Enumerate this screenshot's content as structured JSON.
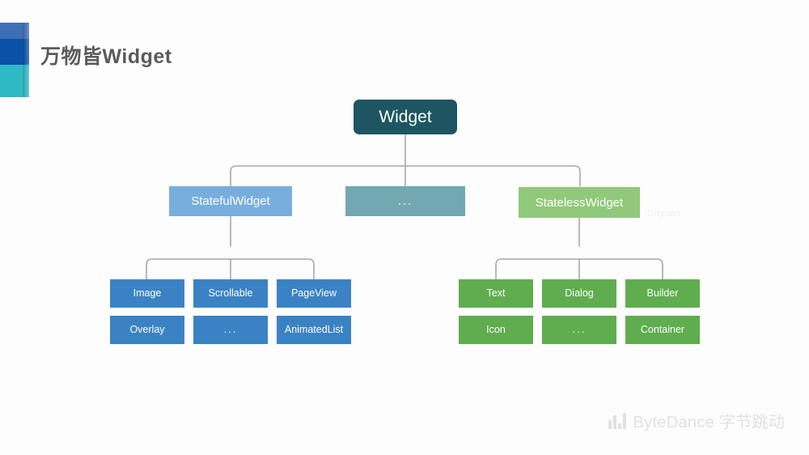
{
  "slide": {
    "title": "万物皆Widget",
    "background_color": "#fdfdfd",
    "watermark": "Gityuan"
  },
  "logo": {
    "name": "ribbon-logo",
    "band_colors": [
      "#3d6fb5",
      "#0a52a8",
      "#2fb9c4"
    ]
  },
  "footer": {
    "brand_text": "ByteDance 字节跳动",
    "brand_color": "#dfe1e2"
  },
  "colors": {
    "root": "#1d5662",
    "stateful": "#78aedd",
    "middle": "#74a8b0",
    "stateless": "#90c97a",
    "leaf_blue": "#3b82c4",
    "leaf_green": "#5fad4e",
    "connector": "#a8a8a8",
    "title": "#5a5a5a"
  },
  "diagram": {
    "type": "tree",
    "root": {
      "label": "Widget"
    },
    "level1": [
      {
        "label": "StatefulWidget",
        "color_key": "stateful"
      },
      {
        "label": "...",
        "color_key": "middle"
      },
      {
        "label": "StatelessWidget",
        "color_key": "stateless"
      }
    ],
    "stateful_children": [
      {
        "label": "Image"
      },
      {
        "label": "Scrollable"
      },
      {
        "label": "PageView"
      },
      {
        "label": "Overlay"
      },
      {
        "label": "..."
      },
      {
        "label": "AnimatedList"
      }
    ],
    "stateless_children": [
      {
        "label": "Text"
      },
      {
        "label": "Dialog"
      },
      {
        "label": "Builder"
      },
      {
        "label": "Icon"
      },
      {
        "label": "..."
      },
      {
        "label": "Container"
      }
    ]
  }
}
